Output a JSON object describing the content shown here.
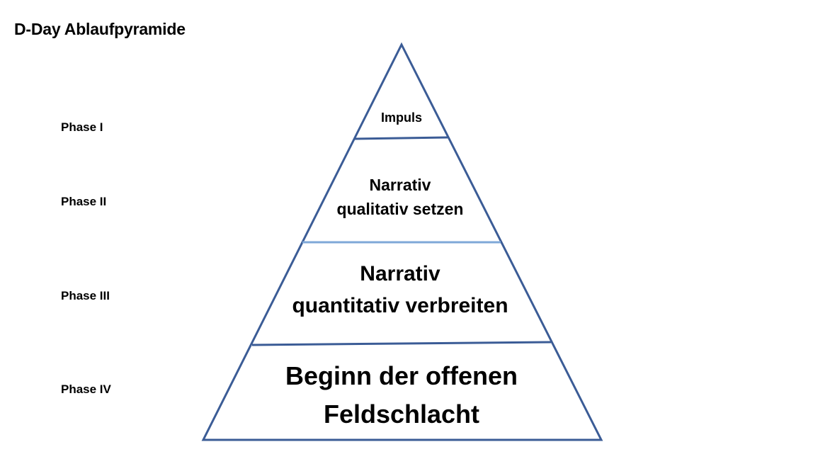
{
  "title": "D-Day Ablaufpyramide",
  "phases": [
    {
      "label": "Phase I",
      "lines": [
        "Impuls"
      ]
    },
    {
      "label": "Phase II",
      "lines": [
        "Narrativ",
        "qualitativ setzen"
      ]
    },
    {
      "label": "Phase III",
      "lines": [
        "Narrativ",
        "quantitativ verbreiten"
      ]
    },
    {
      "label": "Phase IV",
      "lines": [
        "Beginn der offenen",
        "Feldschlacht"
      ]
    }
  ],
  "colors": {
    "outline": "#3B5C96",
    "divider_light": "#7FA8D8",
    "text": "#000000"
  }
}
